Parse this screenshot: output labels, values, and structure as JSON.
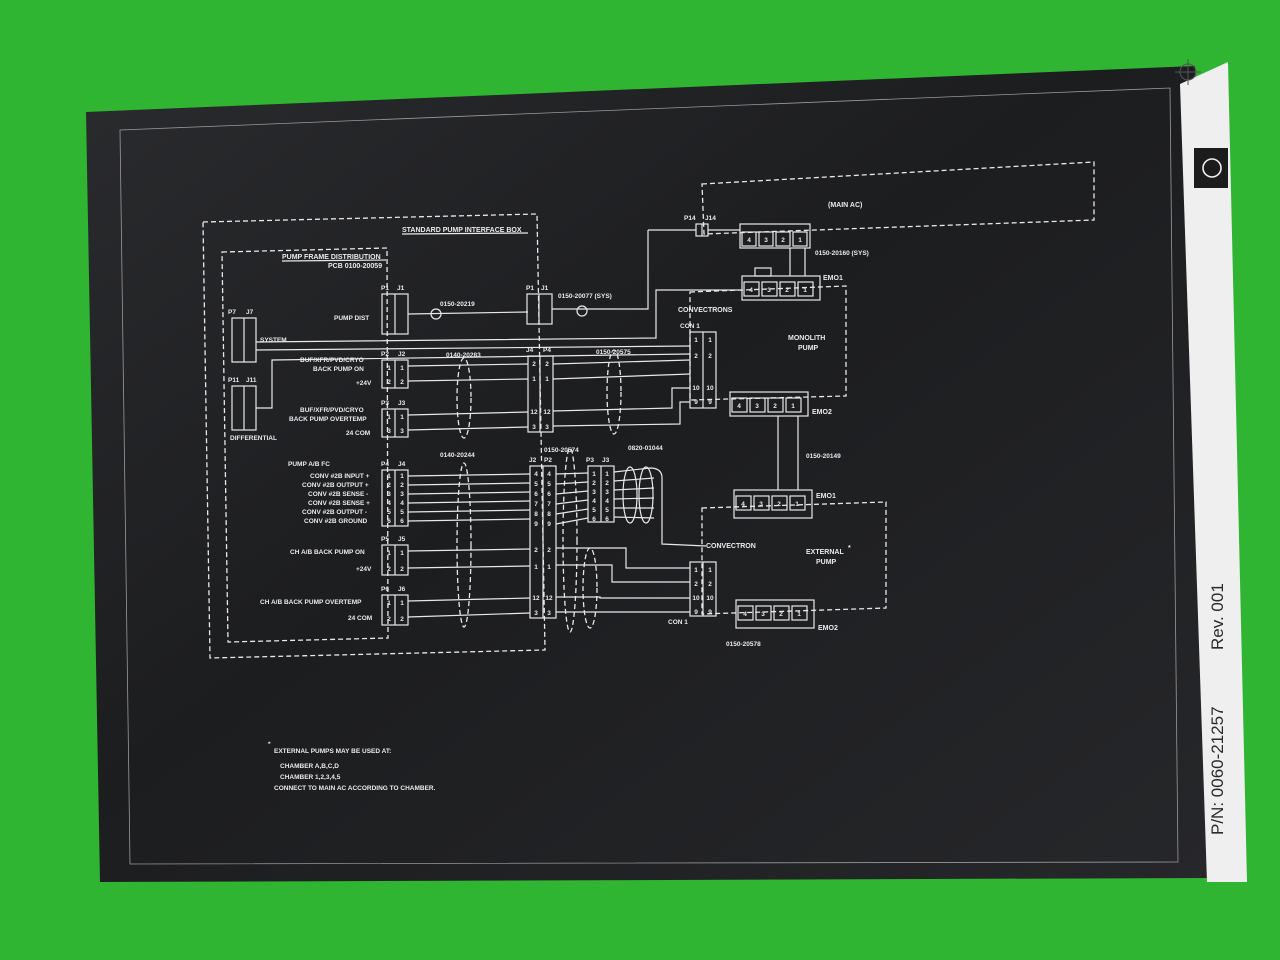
{
  "diagram": {
    "box_title": "STANDARD PUMP INTERFACE BOX",
    "pcb_title": "PUMP FRAME DISTRIBUTION",
    "pcb_number": "PCB 0100-20059",
    "main_ac": "(MAIN AC)",
    "p14": "P14",
    "j14": "J14",
    "cable_sys_emo": "0150-20160 (SYS)",
    "cable_sys_p1": "0150-20077 (SYS)",
    "cable_20219": "0150-20219",
    "cable_20283": "0140-20283",
    "cable_20575": "0150-20575",
    "cable_20244": "0140-20244",
    "cable_20574": "0150-20574",
    "cable_01044": "0820-01044",
    "cable_20149": "0150-20149",
    "cable_20578": "0150-20578",
    "emo1_top": "EMO1",
    "emo2_top": "EMO2",
    "emo1_bottom": "EMO1",
    "emo2_bottom": "EMO2",
    "convectrons": "CONVECTRONS",
    "convectron": "CONVECTRON",
    "con1_top": "CON 1",
    "con1_bottom": "CON 1",
    "monolith_pump": [
      "MONOLITH",
      "PUMP"
    ],
    "external_pump": [
      "EXTERNAL",
      "PUMP"
    ],
    "asterisk": "*",
    "p7": "P7",
    "j7": "J7",
    "system": "SYSTEM",
    "p11": "P11",
    "j11": "J11",
    "differential": "DIFFERENTIAL",
    "pump_dist": "PUMP DIST",
    "p1": "P1",
    "j1": "J1",
    "p1b": "P1",
    "j1b": "J1",
    "p2": "P2",
    "j2": "J2",
    "j4": "J4",
    "p4": "P4",
    "p3": "P3",
    "j3": "J3",
    "p4b": "P4",
    "j4b": "J4",
    "j2b": "J2",
    "p2b": "P2",
    "p3b": "P3",
    "j3b": "J3",
    "p5": "P5",
    "j5": "J5",
    "p6": "P6",
    "j6": "J6",
    "back_pump_label": [
      "BUF/XFR/PVD/CRYO",
      "BACK PUMP ON"
    ],
    "plus24v": "+24V",
    "overtemp_label": [
      "BUF/XFR/PVD/CRYO",
      "BACK PUMP OVERTEMP"
    ],
    "com24": "24 COM",
    "pump_ab_fc": "PUMP A/B FC",
    "conv_signals": [
      "CONV #2B INPUT +",
      "CONV #2B OUTPUT +",
      "CONV #2B SENSE -",
      "CONV #2B SENSE +",
      "CONV #2B OUTPUT -",
      "CONV #2B GROUND"
    ],
    "ch_ab_back_pump_on": "CH A/B BACK PUMP ON",
    "plus24v_b": "+24V",
    "ch_ab_overtemp": "CH A/B BACK PUMP OVERTEMP",
    "com24_b": "24 COM",
    "pins_12": [
      "1",
      "2"
    ],
    "pins_13": [
      "1",
      "3"
    ],
    "pins_6": [
      "1",
      "2",
      "3",
      "4",
      "5",
      "6"
    ],
    "pins_j2_p2": [
      "4",
      "5",
      "6",
      "7",
      "8",
      "9"
    ],
    "pins_conv": [
      "1",
      "2",
      "10",
      "9"
    ],
    "pins_big": [
      "2",
      "1",
      "12",
      "3"
    ],
    "emo_pins": [
      "4",
      "3",
      "2",
      "1"
    ]
  },
  "notes": {
    "title": "EXTERNAL PUMPS MAY BE USED AT:",
    "line1": "CHAMBER A,B,C,D",
    "line2": "CHAMBER 1,2,3,4,5",
    "line3": "CONNECT TO MAIN AC ACCORDING TO CHAMBER."
  },
  "title_strip": {
    "part_number": "P/N: 0060-21257",
    "revision": "Rev. 001"
  },
  "colors": {
    "background": "#2fb531",
    "sheet": "#1f2022",
    "strip": "#efefef",
    "ink": "#e8e8e8"
  }
}
